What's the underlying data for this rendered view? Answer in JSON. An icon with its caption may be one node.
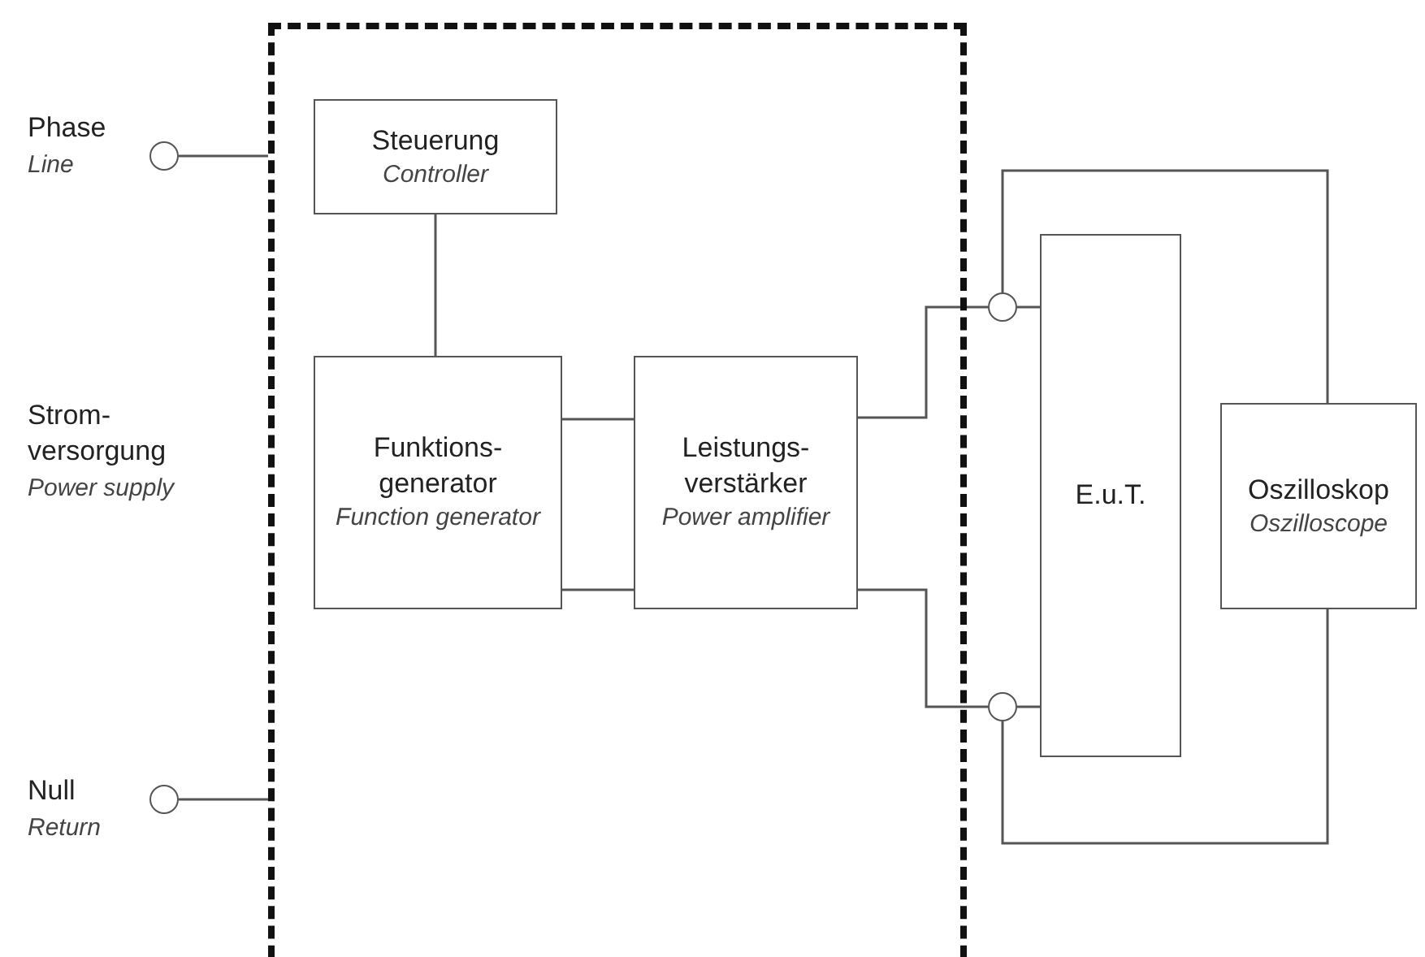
{
  "diagram": {
    "nodes": [
      {
        "text": [],
        "shape": "circle",
        "beside": [
          "Phase",
          "Line"
        ]
      },
      {
        "text": [],
        "shape": "circle",
        "beside": [
          "Null",
          "Return"
        ]
      },
      {
        "text": [],
        "shape": "box"
      },
      {
        "text": [
          "Steuerung",
          "Controller"
        ],
        "in": 2
      },
      {
        "text": [
          "Funktions- generator",
          "Function generator"
        ],
        "in": 2
      },
      {
        "text": [
          "Leistungs- verstärker",
          "Power amplifier"
        ],
        "in": 2
      },
      {
        "text": [],
        "shape": "circle"
      },
      {
        "text": [],
        "shape": "circle"
      },
      {
        "text": [
          "E.u.T."
        ]
      },
      {
        "text": [
          "Oszilloskop",
          "Oszilloscope"
        ]
      }
    ],
    "edges": [
      {
        "from": 0,
        "to": 2,
        "arrow": "none"
      },
      {
        "from": 1,
        "to": 2,
        "arrow": "none"
      },
      {
        "from": 3,
        "to": 4,
        "arrow": "none"
      },
      {
        "from": 4,
        "to": 5,
        "arrow": "none"
      },
      {
        "from": 4,
        "to": 5,
        "arrow": "none"
      },
      {
        "from": 5,
        "to": 6,
        "arrow": "none"
      },
      {
        "from": 5,
        "to": 7,
        "arrow": "none"
      },
      {
        "from": 6,
        "to": 8,
        "arrow": "none"
      },
      {
        "from": 7,
        "to": 8,
        "arrow": "none"
      },
      {
        "from": 6,
        "to": 9,
        "arrow": "none"
      },
      {
        "from": 7,
        "to": 9,
        "arrow": "none"
      }
    ],
    "labels": [
      "Strom- versorgung",
      "Power supply"
    ]
  }
}
